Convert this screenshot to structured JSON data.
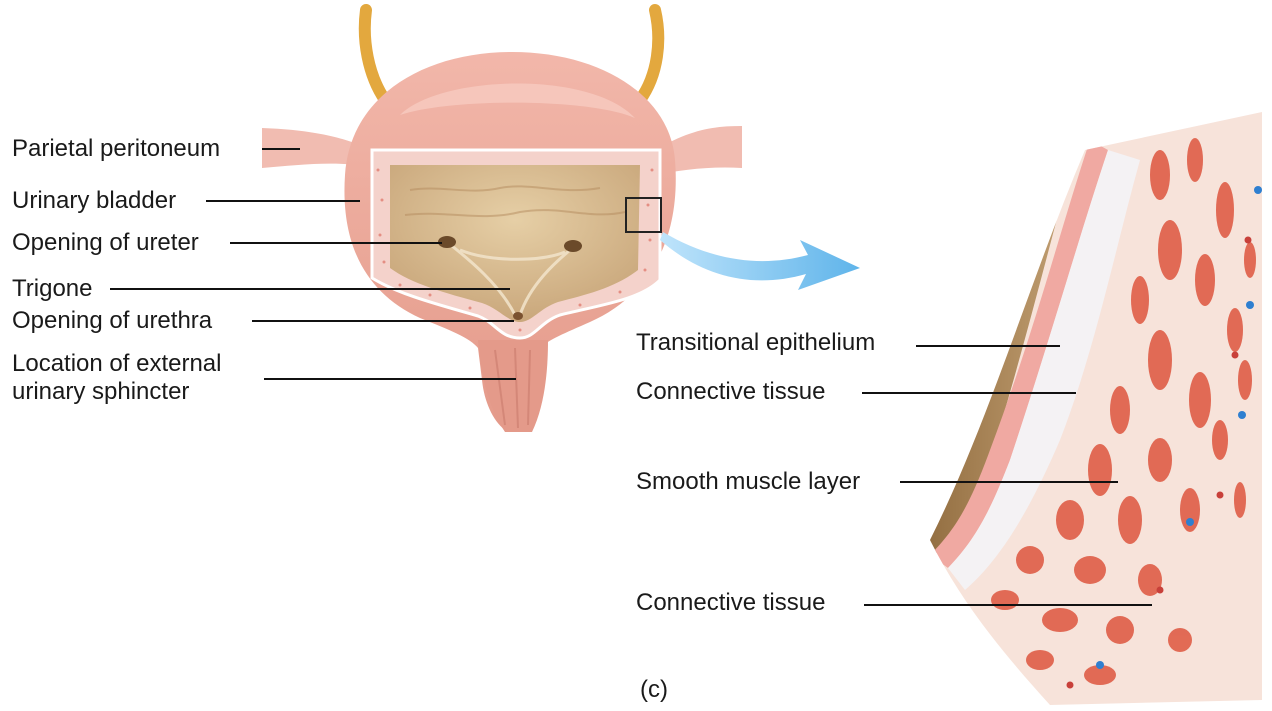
{
  "labels": {
    "parietal_peritoneum": "Parietal peritoneum",
    "urinary_bladder": "Urinary bladder",
    "opening_of_ureter": "Opening of ureter",
    "trigone": "Trigone",
    "opening_of_urethra": "Opening of urethra",
    "external_sphincter": "Location of external urinary sphincter",
    "transitional_epithelium": "Transitional epithelium",
    "connective_tissue_inner": "Connective tissue",
    "smooth_muscle_layer": "Smooth muscle layer",
    "connective_tissue_outer": "Connective tissue",
    "panel": "(c)"
  },
  "colors": {
    "ureter": "#e9b44c",
    "peritoneum": "#f0b9ae",
    "bladder_wall": "#e9a597",
    "bladder_interior": "#d7bc8d",
    "mucosa": "#f2c4bd",
    "muscle": "#e0664f",
    "tissue_bg": "#f6e0d8",
    "arrow": "#7fc3ee",
    "vessel_blue": "#2f7fd0",
    "vessel_red": "#c8403a"
  }
}
